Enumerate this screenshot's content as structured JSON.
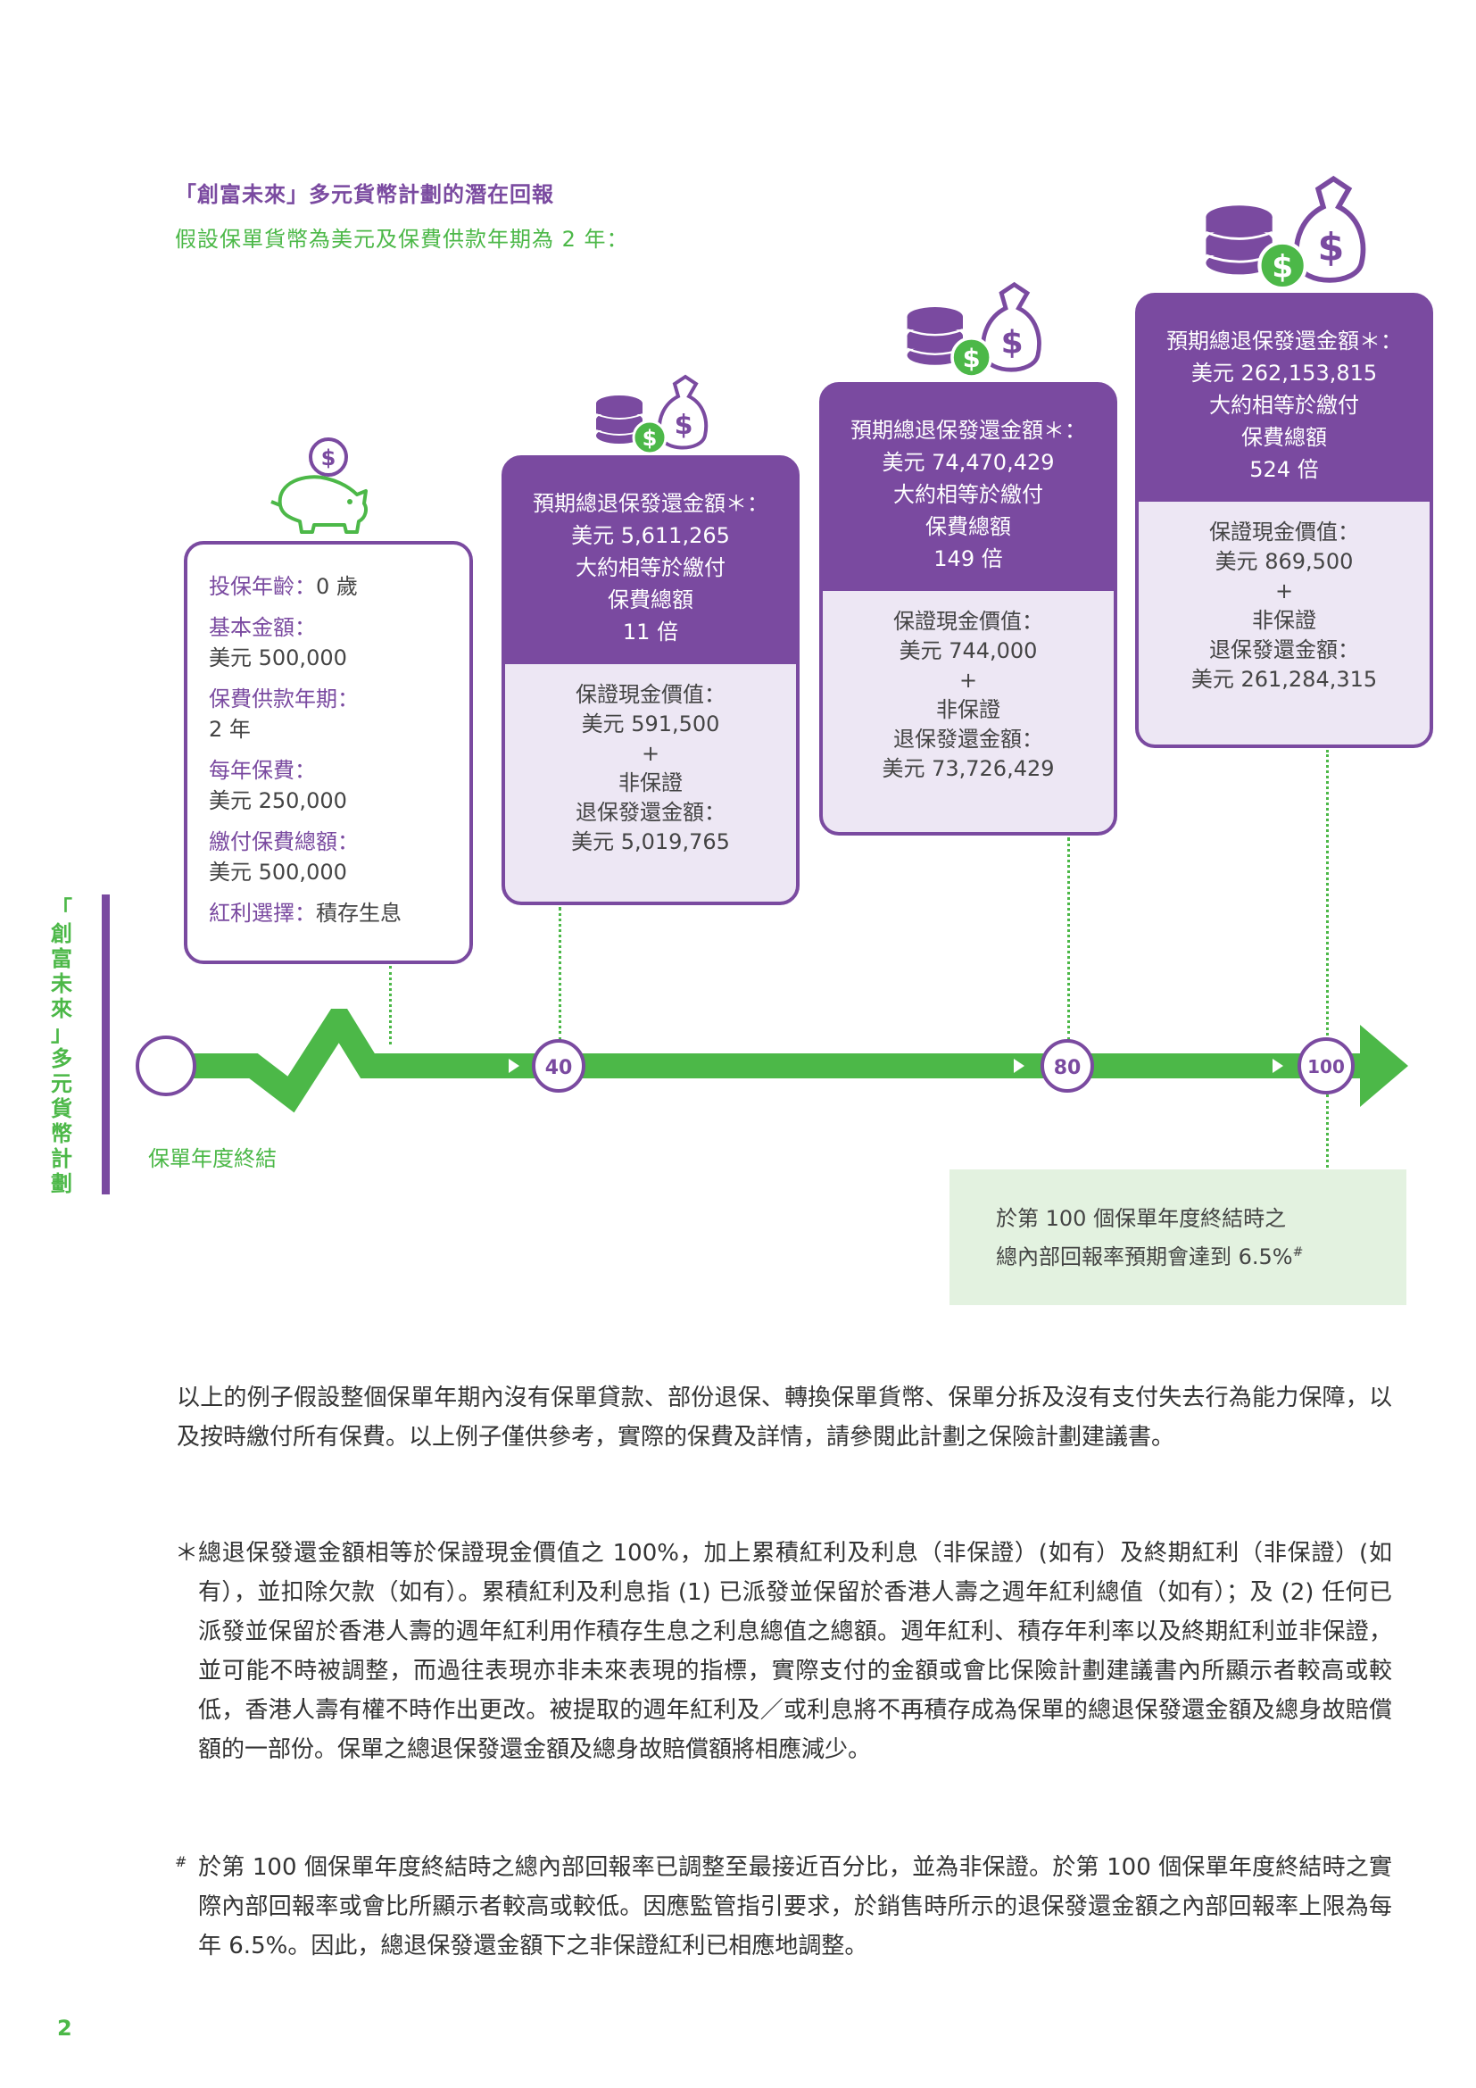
{
  "header": {
    "title": "「創富未來」多元貨幣計劃的潛在回報",
    "subtitle": "假設保單貨幣為美元及保費供款年期為 2 年："
  },
  "info_box": {
    "rows": [
      {
        "label": "投保年齡：",
        "value": "0 歲"
      },
      {
        "label": "基本金額：",
        "value": "美元 500,000"
      },
      {
        "label": "保費供款年期：",
        "value": "2 年"
      },
      {
        "label": "每年保費：",
        "value": "美元 250,000"
      },
      {
        "label": "繳付保費總額：",
        "value": "美元 500,000"
      },
      {
        "label": "紅利選擇：",
        "value": "積存生息"
      }
    ]
  },
  "cards": [
    {
      "top": [
        "預期總退保發還金額＊：",
        "美元 5,611,265",
        "大約相等於繳付",
        "保費總額",
        "11 倍"
      ],
      "bottom": [
        "保證現金價值：",
        "美元 591,500",
        "+",
        "非保證",
        "退保發還金額：",
        "美元 5,019,765"
      ]
    },
    {
      "top": [
        "預期總退保發還金額＊：",
        "美元 74,470,429",
        "大約相等於繳付",
        "保費總額",
        "149 倍"
      ],
      "bottom": [
        "保證現金價值：",
        "美元 744,000",
        "+",
        "非保證",
        "退保發還金額：",
        "美元 73,726,429"
      ]
    },
    {
      "top": [
        "預期總退保發還金額＊：",
        "美元 262,153,815",
        "大約相等於繳付",
        "保費總額",
        "524 倍"
      ],
      "bottom": [
        "保證現金價值：",
        "美元 869,500",
        "+",
        "非保證",
        "退保發還金額：",
        "美元 261,284,315"
      ]
    }
  ],
  "timeline": {
    "markers": [
      "40",
      "80",
      "100"
    ],
    "label": "保單年度終結"
  },
  "result_box": {
    "line1": "於第 100 個保單年度終結時之",
    "line2": "總內部回報率預期會達到 6.5%",
    "sup": "#"
  },
  "body": {
    "paragraph": "以上的例子假設整個保單年期內沒有保單貸款、部份退保、轉換保單貨幣、保單分拆及沒有支付失去行為能力保障，以及按時繳付所有保費。以上例子僅供參考，實際的保費及詳情，請參閱此計劃之保險計劃建議書。",
    "note1_mark": "＊",
    "note1": "總退保發還金額相等於保證現金價值之 100%，加上累積紅利及利息（非保證）(如有）及終期紅利（非保證）(如有），並扣除欠款（如有）。累積紅利及利息指 (1) 已派發並保留於香港人壽之週年紅利總值（如有）；及 (2) 任何已派發並保留於香港人壽的週年紅利用作積存生息之利息總值之總額。週年紅利、積存年利率以及終期紅利並非保證，並可能不時被調整，而過往表現亦非未來表現的指標，實際支付的金額或會比保險計劃建議書內所顯示者較高或較低，香港人壽有權不時作出更改。被提取的週年紅利及／或利息將不再積存成為保單的總退保發還金額及總身故賠償額的一部份。保單之總退保發還金額及總身故賠償額將相應減少。",
    "note2_mark": "#",
    "note2": "於第 100 個保單年度終結時之總內部回報率已調整至最接近百分比，並為非保證。於第 100 個保單年度終結時之實際內部回報率或會比所顯示者較高或較低。因應監管指引要求，於銷售時所示的退保發還金額之內部回報率上限為每年 6.5%。因此，總退保發還金額下之非保證紅利已相應地調整。"
  },
  "side_tab": "「創富未來」多元貨幣計劃",
  "page_number": "2",
  "colors": {
    "purple": "#7a4aa0",
    "green": "#4cb848",
    "light_purple": "#ede7f4",
    "light_green": "#e3f2e0"
  }
}
